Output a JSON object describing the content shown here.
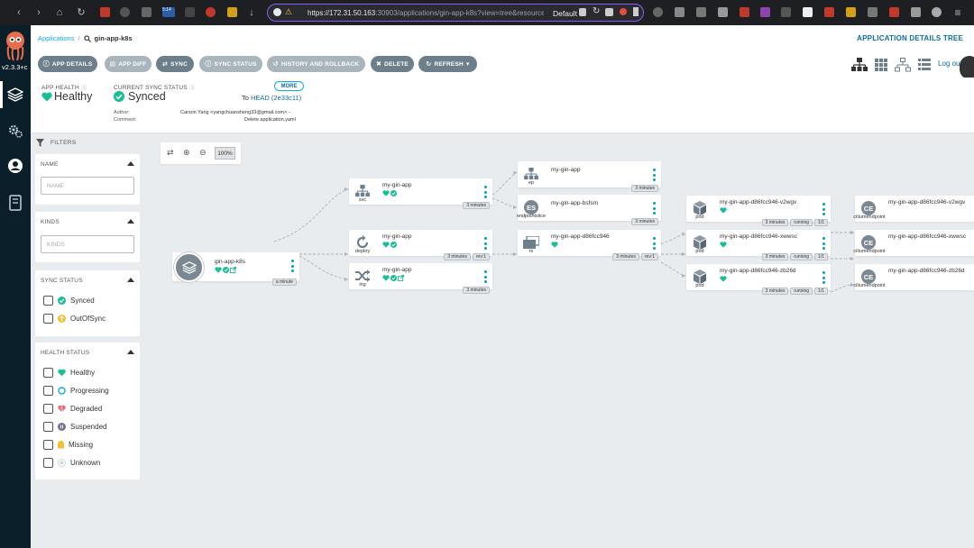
{
  "browser": {
    "url_host": "https://172.31.50.163",
    "url_rest": ":30903/applications/gin-app-k8s?view=tree&resource=",
    "profile": "Default",
    "badge": "5:14"
  },
  "sidebar": {
    "version": "v2.3.3+c"
  },
  "breadcrumb": {
    "root": "Applications",
    "separator": "/",
    "current": "gin-app-k8s"
  },
  "page_title": "APPLICATION DETAILS TREE",
  "toolbar": {
    "app_details": "APP DETAILS",
    "app_diff": "APP DIFF",
    "sync": "SYNC",
    "sync_status": "SYNC STATUS",
    "history": "HISTORY AND ROLLBACK",
    "delete": "DELETE",
    "refresh": "REFRESH"
  },
  "logout": "Log ou",
  "status": {
    "health_label": "APP HEALTH",
    "health_value": "Healthy",
    "sync_label": "CURRENT SYNC STATUS",
    "sync_value": "Synced",
    "more": "MORE",
    "to_prefix": "To",
    "to_value": "HEAD (2e33c11)",
    "author_label": "Author:",
    "author_value": "Carson Yang <yangchuansheng33@gmail.com> -",
    "comment_label": "Comment:",
    "comment_value": "Delete application.yaml"
  },
  "filters": {
    "header": "FILTERS",
    "name": {
      "title": "NAME",
      "placeholder": "NAME"
    },
    "kinds": {
      "title": "KINDS",
      "placeholder": "KINDS"
    },
    "sync_status": {
      "title": "SYNC STATUS",
      "items": [
        "Synced",
        "OutOfSync"
      ]
    },
    "health_status": {
      "title": "HEALTH STATUS",
      "items": [
        "Healthy",
        "Progressing",
        "Degraded",
        "Suspended",
        "Missing",
        "Unknown"
      ]
    }
  },
  "zoom": {
    "level": "100%"
  },
  "nodes": {
    "app": {
      "name": "gin-app-k8s",
      "tag": "a minute"
    },
    "svc": {
      "name": "my-gin-app",
      "type": "svc",
      "tag": "3 minutes"
    },
    "deploy": {
      "name": "my-gin-app",
      "type": "deploy",
      "tag1": "3 minutes",
      "tag2": "rev:1"
    },
    "ing": {
      "name": "my-gin-app",
      "type": "ing",
      "tag": "3 minutes"
    },
    "ep": {
      "name": "my-gin-app",
      "type": "ep",
      "tag": "3 minutes"
    },
    "eps": {
      "name": "my-gin-app-bsfsm",
      "type": "endpointslice",
      "badge": "ES",
      "tag": "3 minutes"
    },
    "rs": {
      "name": "my-gin-app-d86fcc946",
      "type": "rs",
      "tag1": "3 minutes",
      "tag2": "rev:1"
    },
    "pod1": {
      "name": "my-gin-app-d86fcc946-v2wgv",
      "type": "pod",
      "tag1": "3 minutes",
      "tag2": "running",
      "tag3": "1/1"
    },
    "pod2": {
      "name": "my-gin-app-d86fcc946-xwwsc",
      "type": "pod",
      "tag1": "3 minutes",
      "tag2": "running",
      "tag3": "1/1"
    },
    "pod3": {
      "name": "my-gin-app-d86fcc946-zb26d",
      "type": "pod",
      "tag1": "3 minutes",
      "tag2": "running",
      "tag3": "1/1"
    },
    "ce1": {
      "name": "my-gin-app-d86fcc946-v2wgv",
      "type": "ciliumendpoint",
      "badge": "CE"
    },
    "ce2": {
      "name": "my-gin-app-d86fcc946-xwwsc",
      "type": "ciliumendpoint",
      "badge": "CE"
    },
    "ce3": {
      "name": "my-gin-app-d86fcc946-zb26d",
      "type": "ciliumendpoint",
      "badge": "CE"
    }
  },
  "colors": {
    "healthy": "#18be94",
    "accent": "#0dadea",
    "sidebar": "#0b1f2b",
    "button": "#6d7f8b"
  }
}
